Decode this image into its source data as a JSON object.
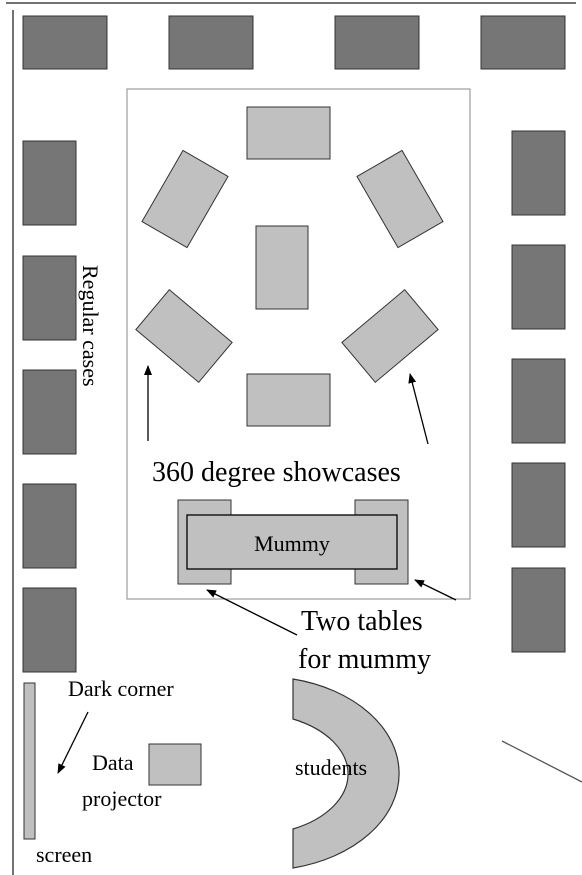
{
  "colors": {
    "background": "#ffffff",
    "dark_case": "#767676",
    "light_case": "#c0c0c0",
    "outline": "#333333",
    "arrow": "#000000"
  },
  "labels": {
    "regular_cases": "Regular cases",
    "showcases": "360 degree showcases",
    "mummy": "Mummy",
    "two_tables_line1": "Two tables",
    "two_tables_line2": "for mummy",
    "dark_corner": "Dark corner",
    "data_line1": "Data",
    "data_line2": "projector",
    "students": "students",
    "screen": "screen"
  }
}
